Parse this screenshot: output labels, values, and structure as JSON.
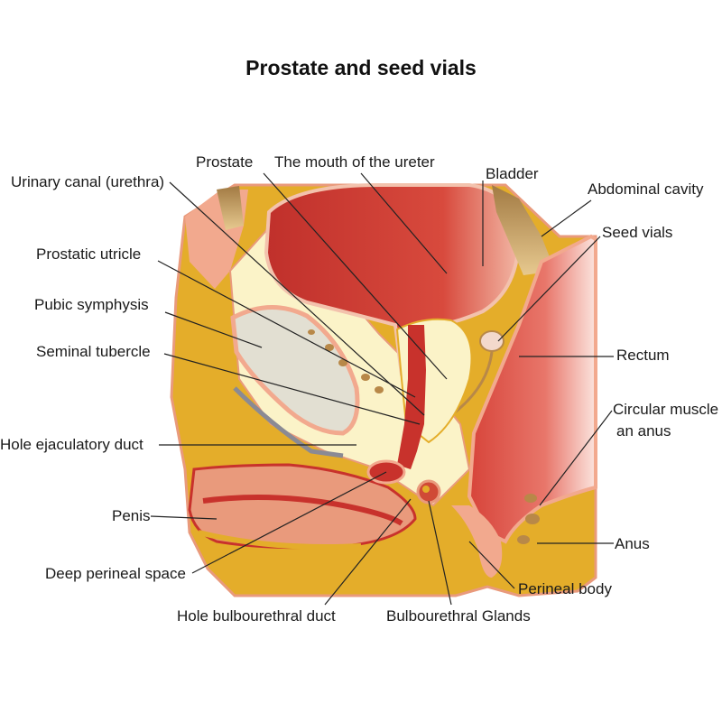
{
  "title": "Prostate and seed vials",
  "labels": {
    "prostate": "Prostate",
    "mouth_ureter": "The mouth of the ureter",
    "bladder": "Bladder",
    "urethra": "Urinary canal (urethra)",
    "abdominal_cavity": "Abdominal cavity",
    "seed_vials": "Seed vials",
    "prostatic_utricle": "Prostatic utricle",
    "pubic_symphysis": "Pubic symphysis",
    "seminal_tubercle": "Seminal tubercle",
    "rectum": "Rectum",
    "circular_muscle_1": "Circular muscle",
    "circular_muscle_2": "an anus",
    "hole_ejaculatory": "Hole ejaculatory duct",
    "penis": "Penis",
    "anus": "Anus",
    "deep_perineal": "Deep perineal space",
    "perineal_body": "Perineal body",
    "hole_bulbourethral": "Hole bulbourethral duct",
    "bulbourethral_glands": "Bulbourethral Glands"
  },
  "colors": {
    "muscle_red": "#c8322c",
    "dark_red": "#b02a25",
    "tissue_yellow": "#e4ad2a",
    "pale_cream": "#fbf3c8",
    "bone_grey": "#e2dfd2",
    "pink_outline": "#eb9b82",
    "brown": "#b88848"
  }
}
